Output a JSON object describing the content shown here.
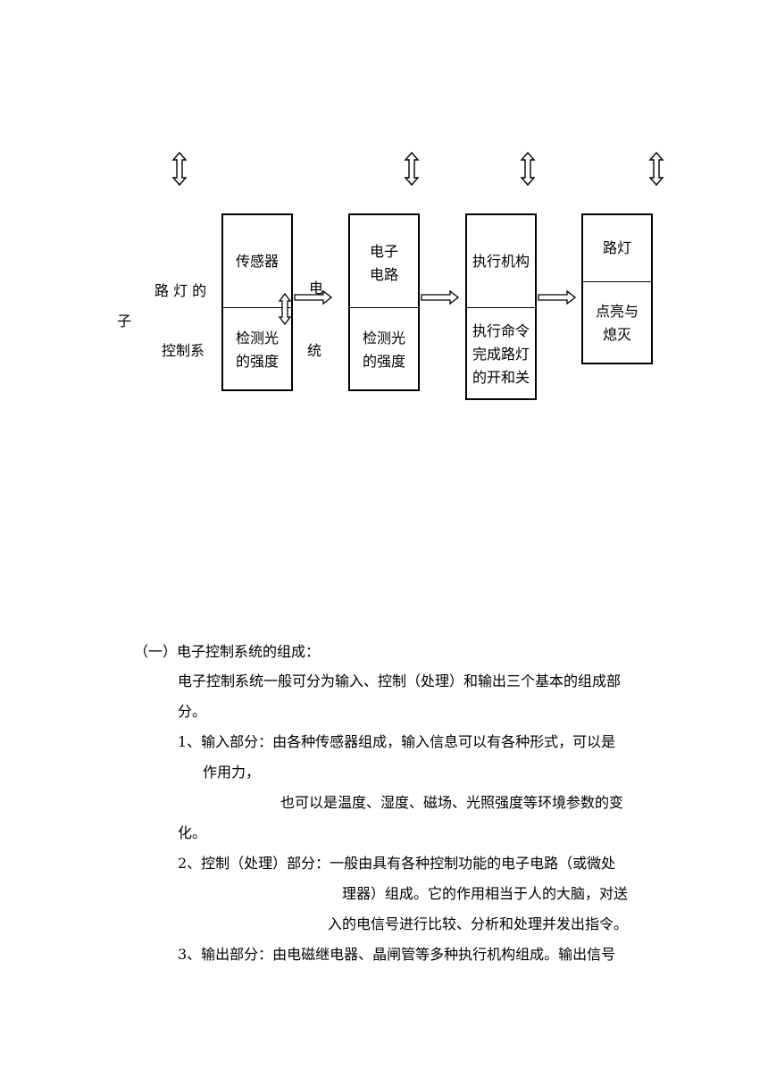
{
  "diagram": {
    "left_label": {
      "line1": "路 灯 的",
      "zi": "子",
      "line2": "控制系",
      "dian": "电",
      "tong": "统"
    },
    "boxes": [
      {
        "top": "传感器",
        "bottom": "检测光\n的强度"
      },
      {
        "top": "电子\n电路",
        "bottom": "检测光\n的强度"
      },
      {
        "top": "执行机构",
        "bottom": "执行命令\n完成路灯\n的开和关"
      },
      {
        "top": "路灯",
        "bottom": "点亮与\n熄灭"
      }
    ]
  },
  "text": {
    "heading": "（一）电子控制系统的组成：",
    "p1_line1": "电子控制系统一般可分为输入、控制（处理）和输出三个基本的组成部",
    "p1_line2": "分。",
    "item1_line1": "1、输入部分：由各种传感器组成，输入信息可以有各种形式，可以是",
    "item1_line2": "作用力，",
    "item1_line3": "也可以是温度、湿度、磁场、光照强度等环境参数的变",
    "item1_line4": "化。",
    "item2_line1": "2、控制（处理）部分：一般由具有各种控制功能的电子电路（或微处",
    "item2_line2": "理器）组成。它的作用相当于人的大脑，对送",
    "item2_line3": "入的电信号进行比较、分析和处理并发出指令。",
    "item3_line1": "3、输出部分：由电磁继电器、晶闸管等多种执行机构组成。输出信号"
  }
}
